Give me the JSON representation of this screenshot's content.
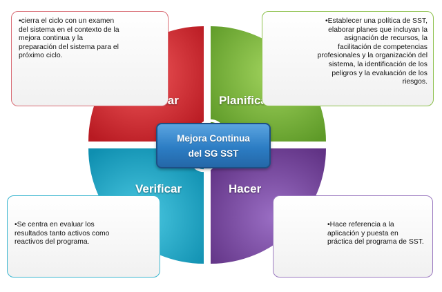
{
  "center": {
    "line1": "Mejora Continua",
    "line2": "del SG SST"
  },
  "quadrants": {
    "actuar": "Actuar",
    "planificar": "Planificar",
    "verificar": "Verificar",
    "hacer": "Hacer"
  },
  "notes": {
    "actuar": "•cierra el ciclo con un examen del sistema en el contexto de la mejora continua y la preparación del sistema para el próximo ciclo.",
    "planificar": "•Establecer una política de SST, elaborar planes que incluyan la asignación de recursos, la facilitación de competencias profesionales y la organización del sistema, la identificación de los peligros y la evaluación de los riesgos.",
    "verificar": "•Se centra en evaluar los resultados tanto activos como reactivos del programa.",
    "hacer": "•Hace referencia a la aplicación y puesta en práctica del programa de SST."
  },
  "colors": {
    "actuar": "#d8262d",
    "planificar": "#79b73a",
    "verificar": "#1aaccb",
    "hacer": "#7d4aa6",
    "center": "#2c7dc4"
  }
}
